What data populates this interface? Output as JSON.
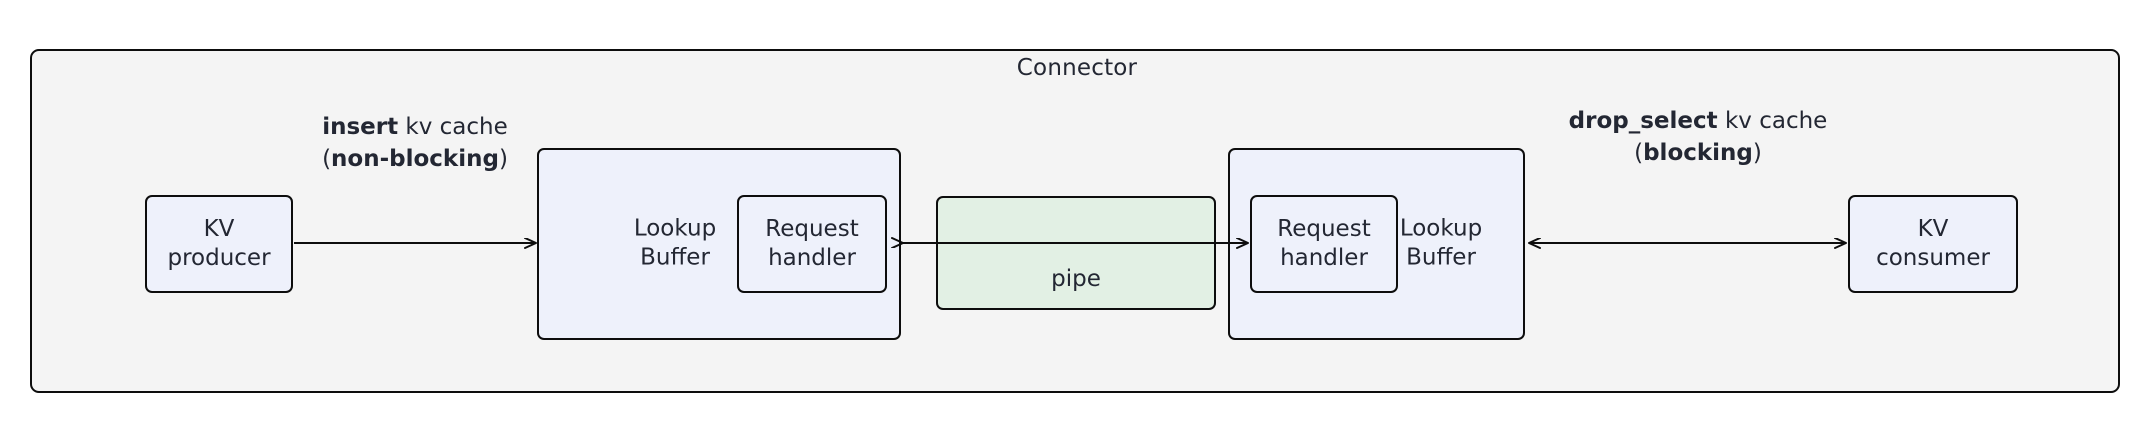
{
  "diagram": {
    "title": "Connector",
    "type": "architecture-flow",
    "colors": {
      "container_background": "#f4f4f4",
      "node_blue": "#eef1fb",
      "node_green": "#e2f0e4",
      "stroke": "#0d0d0d",
      "text": "#232733"
    },
    "nodes": [
      {
        "id": "kv-producer",
        "label": "KV\nproducer",
        "fill": "blue"
      },
      {
        "id": "lookup-buffer-left",
        "label": "Lookup\nBuffer",
        "fill": "blue"
      },
      {
        "id": "request-handler-left",
        "label": "Request\nhandler",
        "fill": "blue"
      },
      {
        "id": "pipe",
        "label": "pipe",
        "fill": "green"
      },
      {
        "id": "request-handler-right",
        "label": "Request\nhandler",
        "fill": "blue"
      },
      {
        "id": "lookup-buffer-right",
        "label": "Lookup\nBuffer",
        "fill": "blue"
      },
      {
        "id": "kv-consumer",
        "label": "KV\nconsumer",
        "fill": "blue"
      }
    ],
    "edges": [
      {
        "id": "insert-edge",
        "from": "kv-producer",
        "to": "lookup-buffer-left",
        "direction": "forward",
        "label_bold_1": "insert",
        "label_plain_1": " kv cache",
        "label_open_paren": "(",
        "label_bold_2": "non-blocking",
        "label_close_paren": ")"
      },
      {
        "id": "pipe-left-edge",
        "from": "pipe",
        "to": "request-handler-left",
        "direction": "backward",
        "label": ""
      },
      {
        "id": "pipe-right-edge",
        "from": "pipe",
        "to": "request-handler-right",
        "direction": "forward",
        "label": ""
      },
      {
        "id": "drop-select-edge",
        "from": "lookup-buffer-right",
        "to": "kv-consumer",
        "direction": "bidirectional",
        "label_bold_1": "drop_select",
        "label_plain_1": " kv cache",
        "label_open_paren": "(",
        "label_bold_2": "blocking",
        "label_close_paren": ")"
      }
    ]
  }
}
